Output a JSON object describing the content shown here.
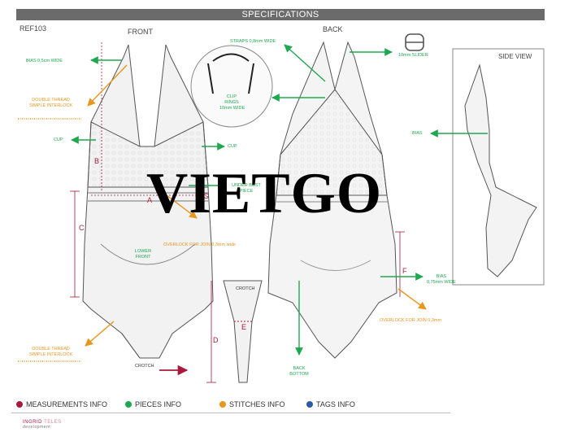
{
  "header": {
    "title": "SPECIFICATIONS",
    "ref": "REF103",
    "front": "FRONT",
    "back": "BACK",
    "side_view": "SIDE VIEW"
  },
  "pieces": {
    "bias_left": "BIAS 0,5cm WIDE",
    "cup_left": "CUP",
    "cup_right": "CUP",
    "straps": "STRAPS 0,8mm WIDE",
    "slider": "10mm SLIDER",
    "clip_rings_1": "CLIP",
    "clip_rings_2": "RINGS",
    "clip_rings_3": "10mm WIDE",
    "under_bust_1": "UNDER BUST",
    "under_bust_2": "PIECE",
    "lower_front_1": "LOWER",
    "lower_front_2": "FRONT",
    "bias_side": "BIAS",
    "bias_right_1": "BIAS",
    "bias_right_2": "0,75mm WIDE",
    "back_bottom_1": "BACK",
    "back_bottom_2": "BOTTOM"
  },
  "stitches": {
    "double_thread_top_1": "DOUBLE THREAD",
    "double_thread_top_2": "SIMPLE INTERLOCK",
    "overlock_front": "OVERLOCK FOR JOIN 0,3mm wide",
    "overlock_back": "OVERLOCK FOR JOIN 0,3mm",
    "double_thread_bottom_1": "DOUBLE THREAD",
    "double_thread_bottom_2": "SIMPLE INTERLOCK"
  },
  "parts": {
    "crotch_front": "CROTCH",
    "crotch_piece": "CROTCH"
  },
  "measurements": {
    "a": "A",
    "b": "B",
    "c": "C",
    "d": "D",
    "e": "E",
    "f": "F",
    "g": "G"
  },
  "legend": {
    "measurements": {
      "label": "MEASUREMENTS INFO",
      "color": "#a8193c"
    },
    "pieces": {
      "label": "PIECES INFO",
      "color": "#1ea84f"
    },
    "stitches": {
      "label": "STITCHES INFO",
      "color": "#e8961e"
    },
    "tags": {
      "label": "TAGS INFO",
      "color": "#2b5ba8"
    }
  },
  "brand": {
    "name_1": "INGRID",
    "name_2": "TELES",
    "sub": "development"
  },
  "watermark": "VIETGO"
}
